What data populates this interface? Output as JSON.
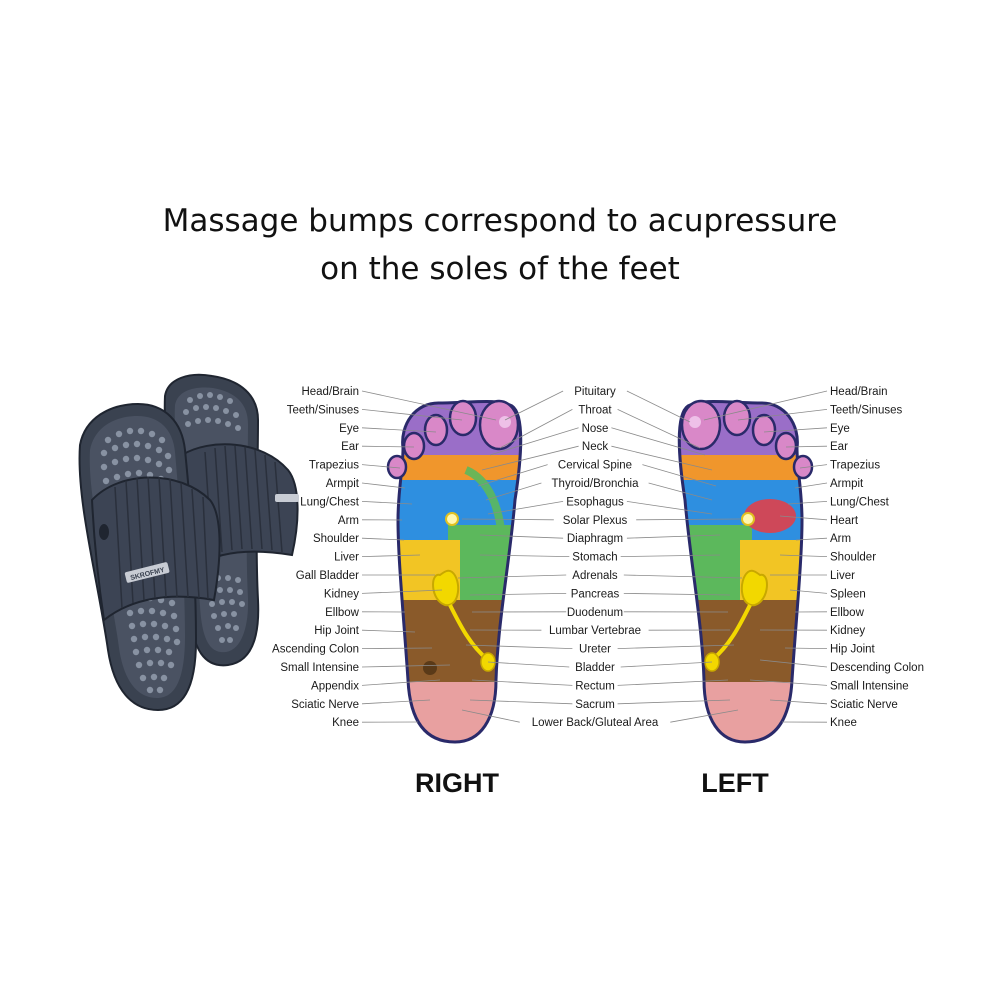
{
  "heading": {
    "line1": "Massage bumps correspond to acupressure",
    "line2": "on the soles of the feet"
  },
  "right_foot": {
    "caption": "RIGHT",
    "labels": [
      "Head/Brain",
      "Teeth/Sinuses",
      "Eye",
      "Ear",
      "Trapezius",
      "Armpit",
      "Lung/Chest",
      "Arm",
      "Shoulder",
      "Liver",
      "Gall Bladder",
      "Kidney",
      "Ellbow",
      "Hip Joint",
      "Ascending Colon",
      "Small Intensine",
      "Appendix",
      "Sciatic Nerve",
      "Knee"
    ]
  },
  "center_labels": [
    "Pituitary",
    "Throat",
    "Nose",
    "Neck",
    "Cervical Spine",
    "Thyroid/Bronchia",
    "Esophagus",
    "Solar Plexus",
    "Diaphragm",
    "Stomach",
    "Adrenals",
    "Pancreas",
    "Duodenum",
    "Lumbar Vertebrae",
    "Ureter",
    "Bladder",
    "Rectum",
    "Sacrum",
    "Lower Back/Gluteal Area"
  ],
  "left_foot": {
    "caption": "LEFT",
    "labels": [
      "Head/Brain",
      "Teeth/Sinuses",
      "Eye",
      "Ear",
      "Trapezius",
      "Armpit",
      "Lung/Chest",
      "Heart",
      "Arm",
      "Shoulder",
      "Liver",
      "Spleen",
      "Ellbow",
      "Kidney",
      "Hip Joint",
      "Descending Colon",
      "Small Intensine",
      "Sciatic Nerve",
      "Knee"
    ]
  },
  "slipper": {
    "logo_text": "SKROFMY"
  },
  "colors": {
    "slipper": "#3a4250",
    "toe_pink": "#d988c8",
    "toe_purple": "#8a64c8",
    "zone_blue": "#2e8fe0",
    "zone_green": "#5cb85c",
    "zone_yellow": "#f2c524",
    "zone_orange": "#f0962c",
    "zone_brown": "#8a5a2a",
    "heel_pink": "#e8a0a0",
    "outline": "#2a2a6a"
  }
}
